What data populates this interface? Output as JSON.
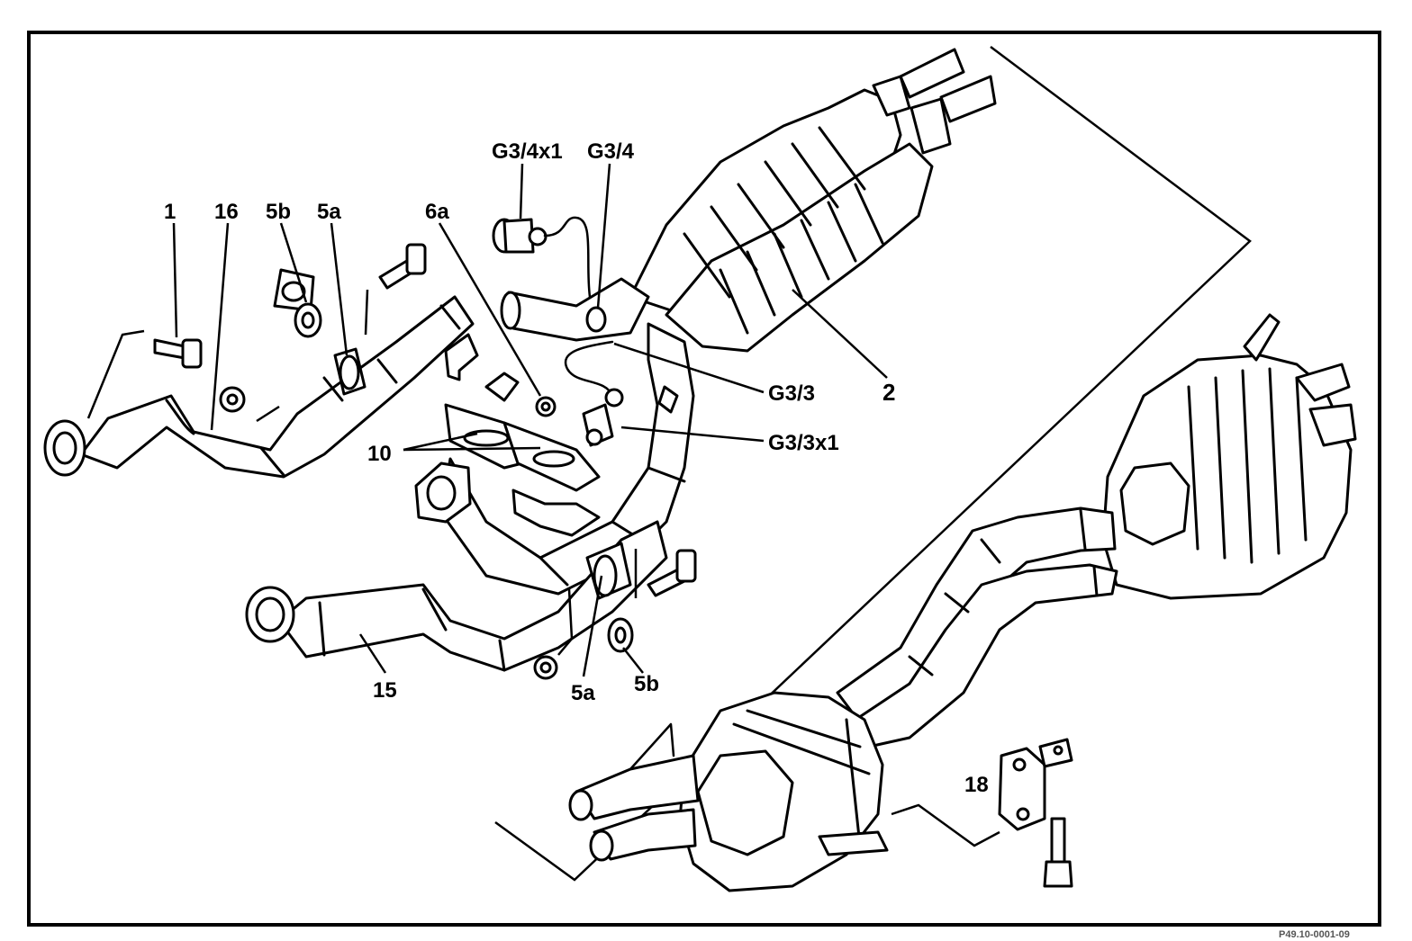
{
  "labels": {
    "l1": "1",
    "l16": "16",
    "l5b_top": "5b",
    "l5a_top": "5a",
    "l6a": "6a",
    "lG34x1": "G3/4x1",
    "lG34": "G3/4",
    "l2": "2",
    "lG33": "G3/3",
    "lG33x1": "G3/3x1",
    "l10": "10",
    "l15": "15",
    "l5a_bot": "5a",
    "l5b_bot": "5b",
    "l18": "18"
  },
  "drawing_code": "P49.10-0001-09",
  "colors": {
    "ink": "#000000",
    "paper": "#ffffff"
  }
}
